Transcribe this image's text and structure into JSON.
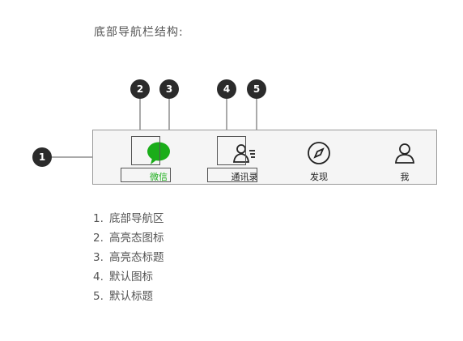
{
  "heading": "底部导航栏结构:",
  "tabs": [
    {
      "label": "微信",
      "icon": "chat-bubble-icon",
      "active": true
    },
    {
      "label": "通讯录",
      "icon": "contacts-icon",
      "active": false
    },
    {
      "label": "发现",
      "icon": "compass-icon",
      "active": false
    },
    {
      "label": "我",
      "icon": "person-icon",
      "active": false
    }
  ],
  "badges": [
    "1",
    "2",
    "3",
    "4",
    "5"
  ],
  "legend": [
    {
      "num": "1.",
      "text": "底部导航区"
    },
    {
      "num": "2.",
      "text": "高亮态图标"
    },
    {
      "num": "3.",
      "text": "高亮态标题"
    },
    {
      "num": "4.",
      "text": "默认图标"
    },
    {
      "num": "5.",
      "text": "默认标题"
    }
  ],
  "colors": {
    "active": "#1aad19",
    "badge": "#2b2b2b",
    "bar": "#f5f5f5"
  }
}
